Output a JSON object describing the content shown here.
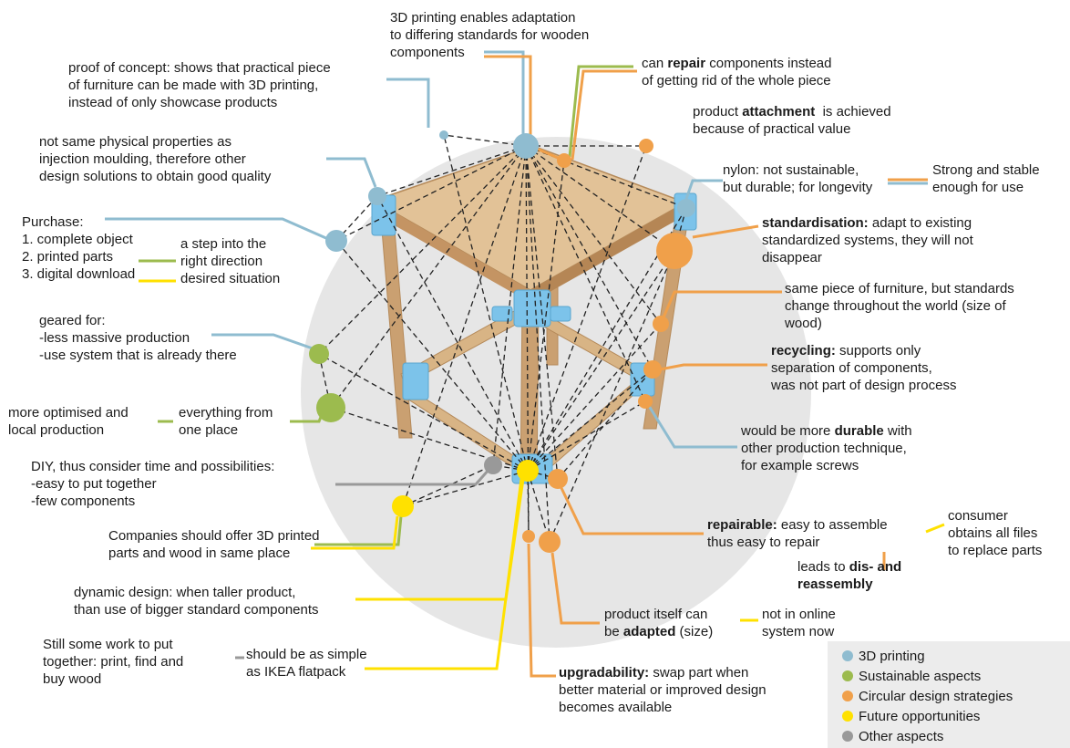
{
  "colors": {
    "printing": "#8fbcd0",
    "sustainable": "#9cbb4e",
    "circular": "#f0a04a",
    "future": "#ffe100",
    "other": "#999999",
    "wood": "#caa071",
    "bracket": "#7cc3ea"
  },
  "annotations": {
    "standards": [
      "3D printing enables adaptation",
      "to differing standards for wooden",
      "components"
    ],
    "proof": [
      "proof of concept: shows that practical piece",
      "of furniture can be made with 3D printing,",
      "instead of only showcase products"
    ],
    "repair": {
      "pre": "can ",
      "bold": "repair",
      "post": " components instead",
      "line2": "of getting rid of the whole piece"
    },
    "attachment": {
      "pre": "product ",
      "bold": "attachment",
      "post": "  is achieved",
      "line2": "because of practical value"
    },
    "physical": [
      "not same physical properties as",
      "injection moulding, therefore other",
      "design solutions to obtain good quality"
    ],
    "nylon": [
      "nylon: not sustainable,",
      "but durable; for longevity"
    ],
    "strong": [
      "Strong and stable",
      "enough for use"
    ],
    "standardisation": {
      "bold": "standardisation:",
      "post": " adapt to existing",
      "line2": "standardized systems, they will not",
      "line3": "disappear"
    },
    "purchase": [
      "Purchase:",
      "1. complete object",
      "2. printed parts",
      "3. digital download"
    ],
    "step": [
      "a step into the",
      "right direction",
      "desired situation"
    ],
    "same_piece": [
      "same piece of furniture, but standards",
      "change throughout the world (size of",
      "wood)"
    ],
    "geared": [
      "geared for:",
      "-less massive production",
      "-use system that is already there"
    ],
    "recycling": {
      "bold": "recycling:",
      "post": " supports only",
      "line2": "separation of components,",
      "line3": "was not part of design process"
    },
    "optimised": [
      "more optimised and",
      "local production"
    ],
    "everything": [
      "everything from",
      "one place"
    ],
    "durable": {
      "pre": "would be more ",
      "bold": "durable",
      "post": " with",
      "line2": "other production technique,",
      "line3": "for example screws"
    },
    "diy": [
      "DIY, thus consider time and possibilities:",
      "-easy to put together",
      "-few components"
    ],
    "companies": [
      "Companies should offer 3D printed",
      "parts and wood in same place"
    ],
    "repairable": {
      "bold": "repairable:",
      "post": " easy to assemble",
      "line2": "thus easy to repair"
    },
    "consumer": [
      "consumer",
      "obtains all files",
      "to replace parts"
    ],
    "disassembly": {
      "pre": "leads to ",
      "bold": "dis- and",
      "line2": "reassembly"
    },
    "dynamic": [
      "dynamic design: when taller product,",
      "than use of bigger standard components"
    ],
    "adapted": {
      "line1": "product itself can",
      "pre": "be ",
      "bold": "adapted",
      "post": " (size)"
    },
    "online": [
      "not in online",
      "system now"
    ],
    "work": [
      "Still some work to put",
      "together: print, find and",
      "buy wood"
    ],
    "simple": [
      "should be as simple",
      "as IKEA flatpack"
    ],
    "upgradability": {
      "bold": "upgradability:",
      "post": " swap part when",
      "line2": "better material or improved design",
      "line3": "becomes available"
    }
  },
  "legend": [
    {
      "label": "3D printing",
      "color": "#8fbcd0"
    },
    {
      "label": "Sustainable aspects",
      "color": "#9cbb4e"
    },
    {
      "label": "Circular design strategies",
      "color": "#f0a04a"
    },
    {
      "label": "Future opportunities",
      "color": "#ffe100"
    },
    {
      "label": "Other aspects",
      "color": "#999999"
    }
  ]
}
